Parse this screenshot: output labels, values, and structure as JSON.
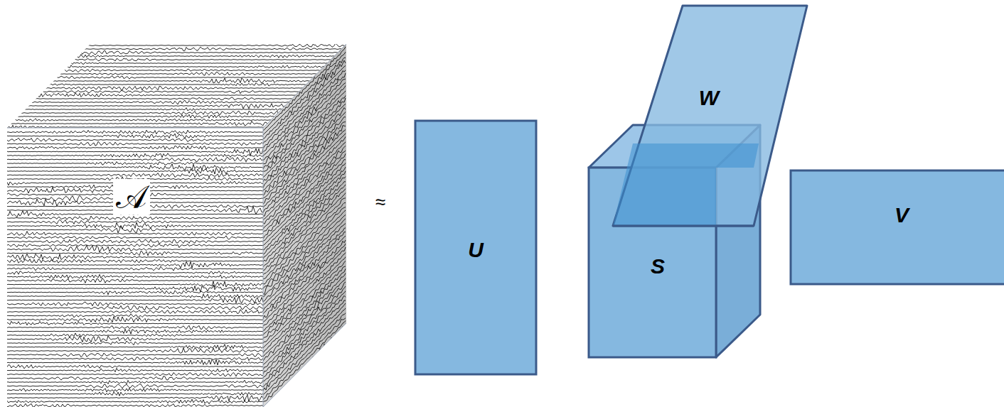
{
  "diagram": {
    "nodes": [
      {
        "text": [
          "𝒜"
        ]
      },
      {
        "text": [
          "U"
        ]
      },
      {
        "text": [
          "S"
        ]
      },
      {
        "text": [
          "W"
        ]
      },
      {
        "text": [
          "V"
        ]
      }
    ],
    "labels": [
      "≈"
    ]
  }
}
